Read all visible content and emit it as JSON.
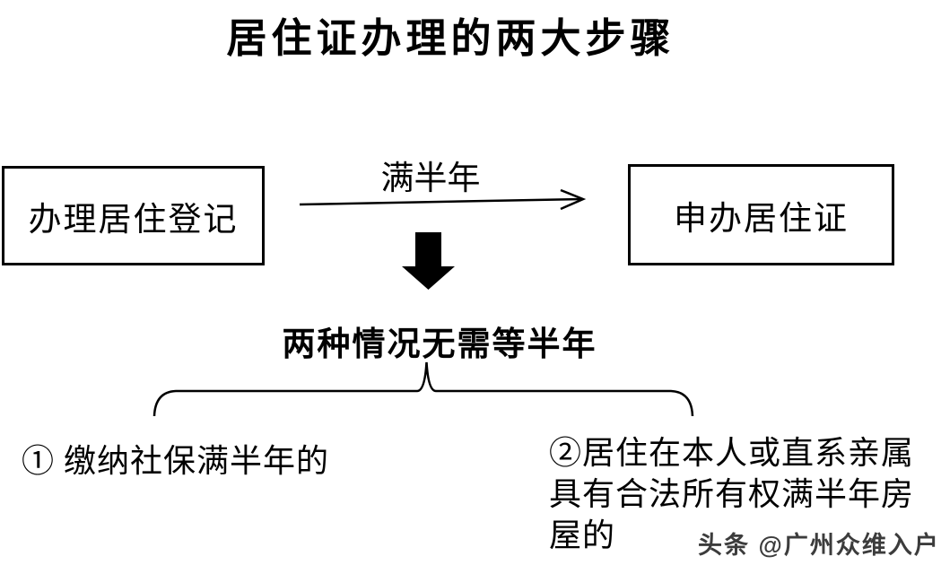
{
  "title": "居住证办理的两大步骤",
  "flow": {
    "left_box": "办理居住登记",
    "arrow_label": "满半年",
    "right_box": "申办居住证"
  },
  "exception": {
    "heading": "两种情况无需等半年",
    "items": [
      {
        "text": "① 缴纳社保满半年的"
      },
      {
        "full_text": "②居住在本人或直系亲属具有合法所有权满半年房屋的",
        "lines": [
          "②居住在本人或直系亲属",
          "具有合法所有权满半年房",
          "屋的"
        ]
      }
    ]
  },
  "watermark": "头条 @广州众维入户",
  "icons": {
    "flow_arrow": "thin-right-arrow",
    "step_arrow": "solid-down-arrow",
    "group_brace": "up-pointing-brace"
  },
  "colors": {
    "ink": "#000000",
    "background": "#ffffff",
    "watermark_gray": "#3c3c3c"
  }
}
